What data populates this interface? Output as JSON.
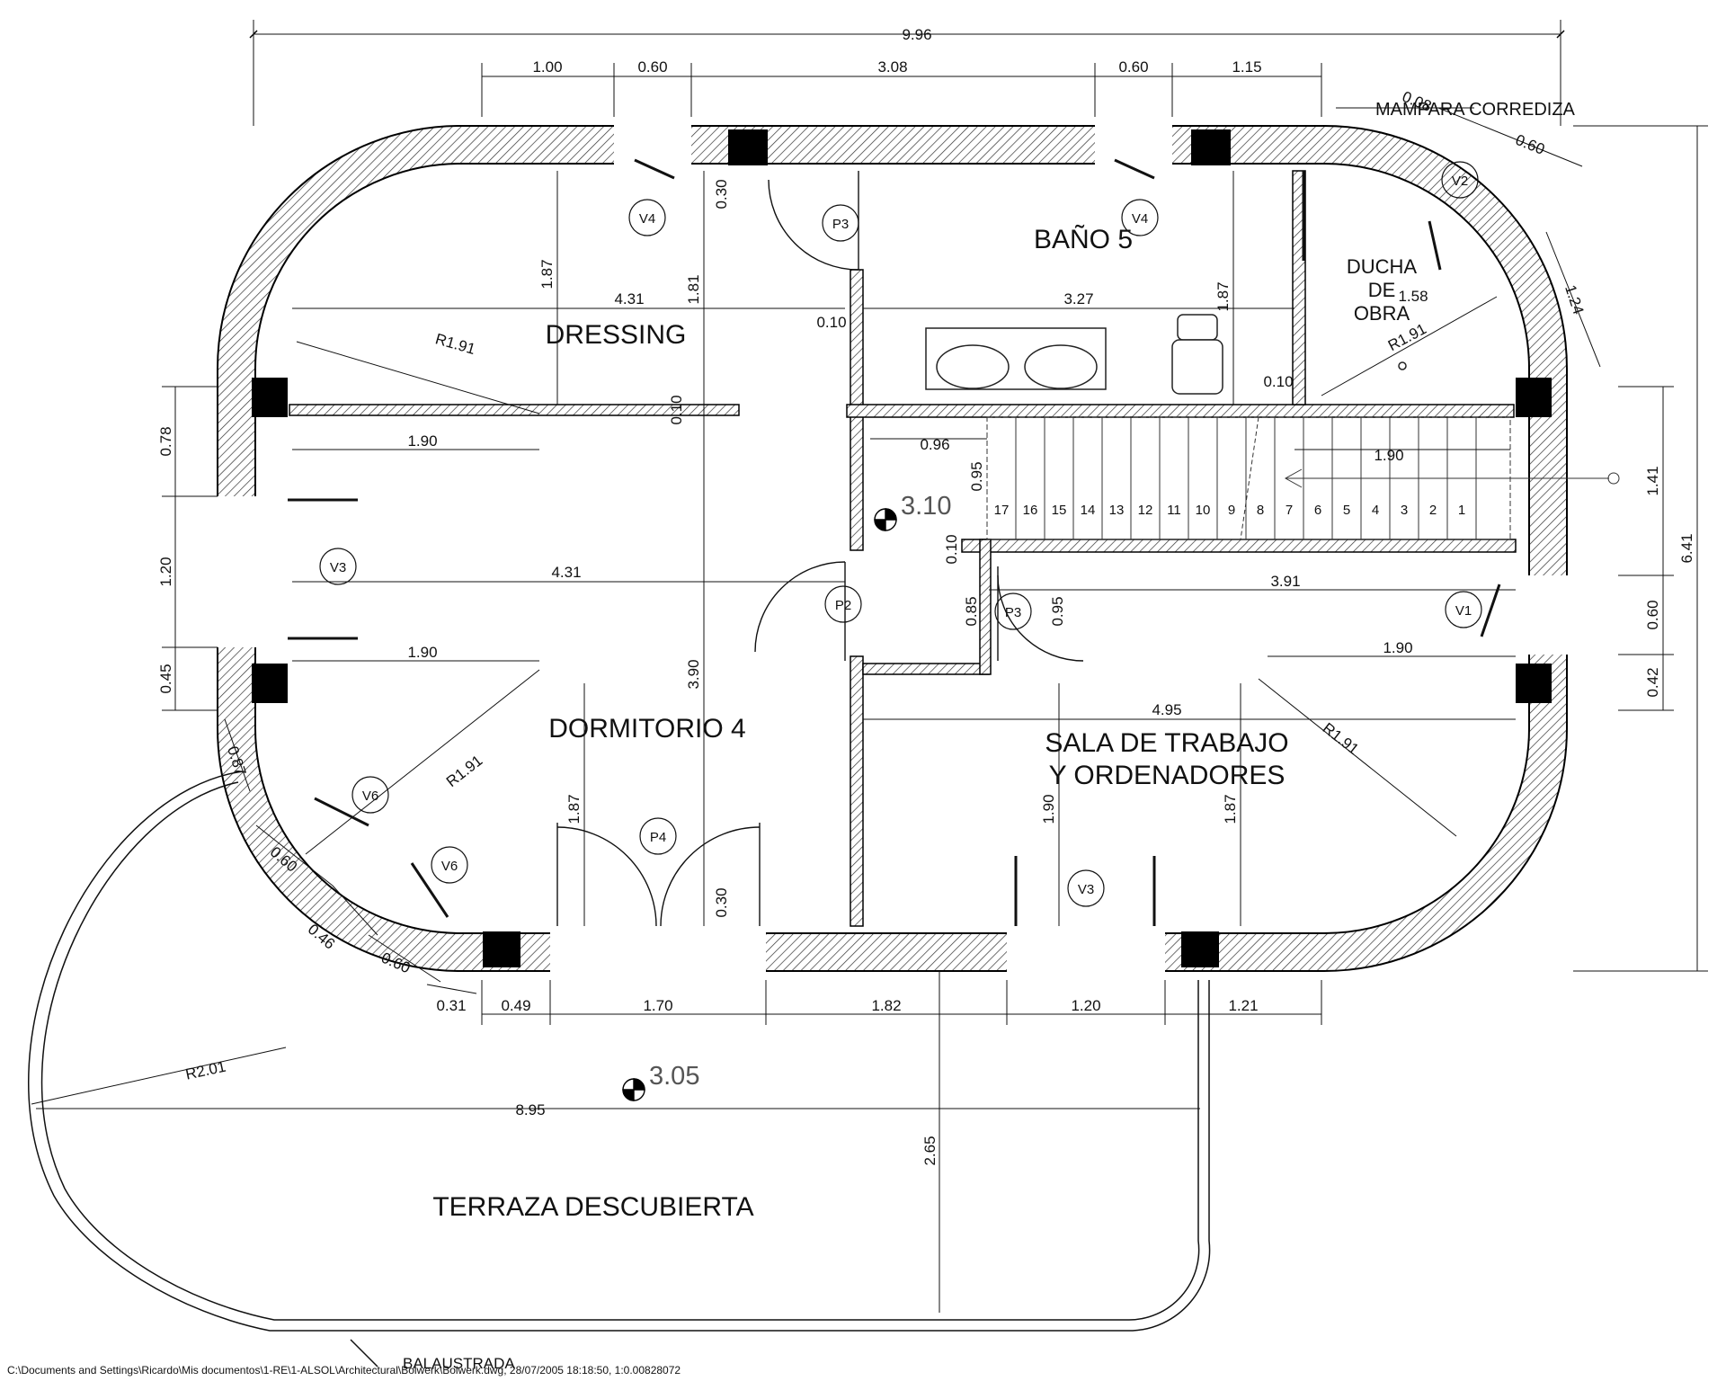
{
  "rooms": {
    "dressing": "DRESSING",
    "bath": "BAÑO 5",
    "shower_1": "DUCHA",
    "shower_2": "DE",
    "shower_3": "OBRA",
    "bedroom": "DORMITORIO 4",
    "work_1": "SALA DE TRABAJO",
    "work_2": "Y ORDENADORES",
    "terrace": "TERRAZA  DESCUBIERTA"
  },
  "notes": {
    "sliding_screen": "MAMPARA CORREDIZA",
    "balustrade": "BALAUSTRADA"
  },
  "elevations": {
    "upper": "3.10",
    "terrace": "3.05"
  },
  "dimensions": {
    "overall_top": "9.96",
    "top_row": [
      "1.00",
      "0.60",
      "3.08",
      "0.60",
      "1.15"
    ],
    "bottom_row": [
      "0.49",
      "1.70",
      "1.82",
      "1.20",
      "1.21"
    ],
    "right_overall": "6.41",
    "right_1": "1.41",
    "right_2": "0.60",
    "right_3": "0.42",
    "left_1": "0.78",
    "left_2": "1.20",
    "left_3": "0.45",
    "dressing_width": "4.31",
    "bath_width": "3.27",
    "bedroom_width": "4.31",
    "work_width": "4.95",
    "work_1": "3.91",
    "h_1_90_a": "1.90",
    "h_1_90_b": "1.90",
    "h_1_90_c": "1.90",
    "h_1_90_stair": "1.90",
    "v_1_87_dressing": "1.87",
    "v_1_87_bath": "1.87",
    "v_1_87_bed": "1.87",
    "v_1_87_work": "1.87",
    "v_1_81": "1.81",
    "v_3_90": "3.90",
    "v_1_90_work": "1.90",
    "v_0_30_top": "0.30",
    "v_0_30_bottom": "0.30",
    "v_0_10_dress": "0.10",
    "v_0_10_stair": "0.10",
    "h_0_10_bath": "0.10",
    "h_0_10_shower": "0.10",
    "h_0_96": "0.96",
    "v_0_95_a": "0.95",
    "v_0_95_b": "0.95",
    "v_0_85": "0.85",
    "shower_1_58": "1.58",
    "v_1_24": "1.24",
    "v_0_08": "0.08",
    "v_0_60_shower": "0.60",
    "radius_dressing": "R1.91",
    "radius_bed": "R1.91",
    "radius_work": "R1.91",
    "radius_shower": "R1.91",
    "radius_terrace": "R2.01",
    "terrace_width": "8.95",
    "terrace_depth": "2.65",
    "seg_0_87": "0.87",
    "seg_0_60_a": "0.60",
    "seg_0_46": "0.46",
    "seg_0_60_b": "0.60",
    "seg_0_31": "0.31"
  },
  "openings": {
    "v4_a": "V4",
    "v4_b": "V4",
    "p3_top": "P3",
    "v2": "V2",
    "v3_left": "V3",
    "p2": "P2",
    "p3_mid": "P3",
    "v1": "V1",
    "v6_a": "V6",
    "v6_b": "V6",
    "p4": "P4",
    "v3_bottom": "V3"
  },
  "stair_numbers": [
    "17",
    "16",
    "15",
    "14",
    "13",
    "12",
    "11",
    "10",
    "9",
    "8",
    "7",
    "6",
    "5",
    "4",
    "3",
    "2",
    "1"
  ],
  "footer": "C:\\Documents and Settings\\Ricardo\\Mis documentos\\1-RE\\1-ALSOL\\Architectural\\Bolwerk\\Bolwerk.dwg, 28/07/2005 18:18:50, 1:0.00828072"
}
